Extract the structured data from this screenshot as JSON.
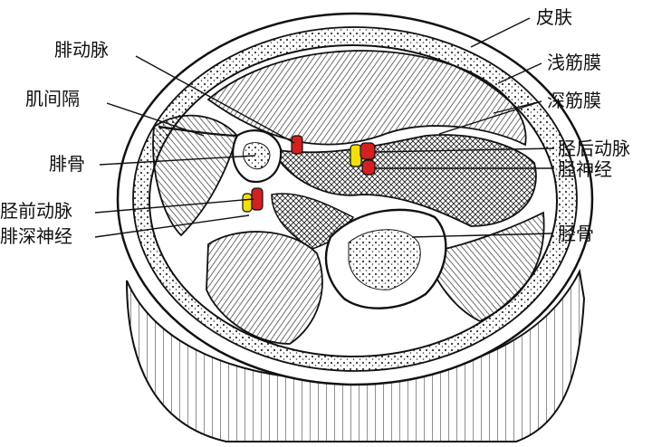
{
  "labels": {
    "skin": "皮肤",
    "superficial_fascia": "浅筋膜",
    "deep_fascia": "深筋膜",
    "posterior_tibial_artery": "胫后动脉",
    "tibial_nerve": "胫神经",
    "tibia": "胫骨",
    "peroneal_artery": "腓动脉",
    "intermuscular_septum": "肌间隔",
    "fibula": "腓骨",
    "anterior_tibial_artery": "胫前动脉",
    "deep_peroneal_nerve": "腓深神经"
  },
  "colors": {
    "artery": "#d42020",
    "nerve": "#f2e000",
    "line": "#111111",
    "background": "#ffffff"
  }
}
